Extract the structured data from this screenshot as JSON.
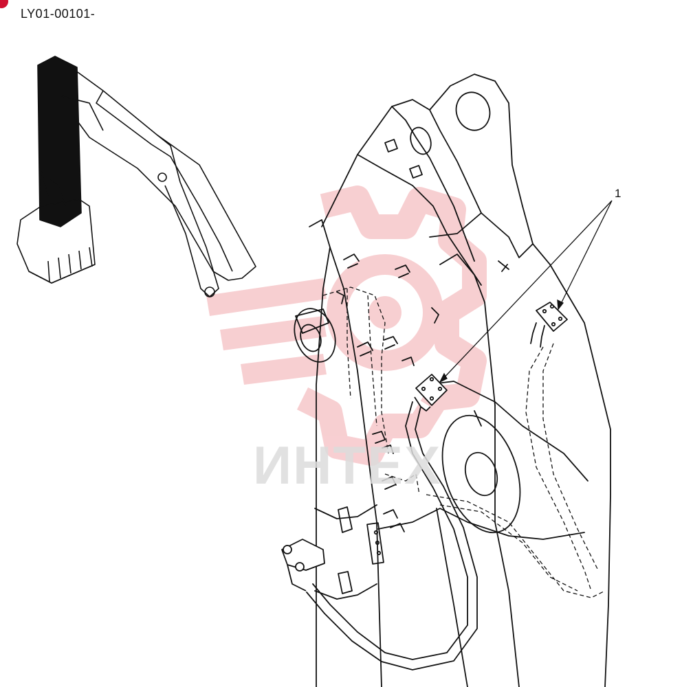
{
  "drawing": {
    "part_code": "LY01-00101-",
    "callout_label": "1",
    "watermark_text": "ИНТЕХ"
  },
  "colors": {
    "ink": "#111111",
    "watermark_red": "#f2a8ad",
    "watermark_gray": "#dcdcdc",
    "corner_mark": "#d01030"
  }
}
